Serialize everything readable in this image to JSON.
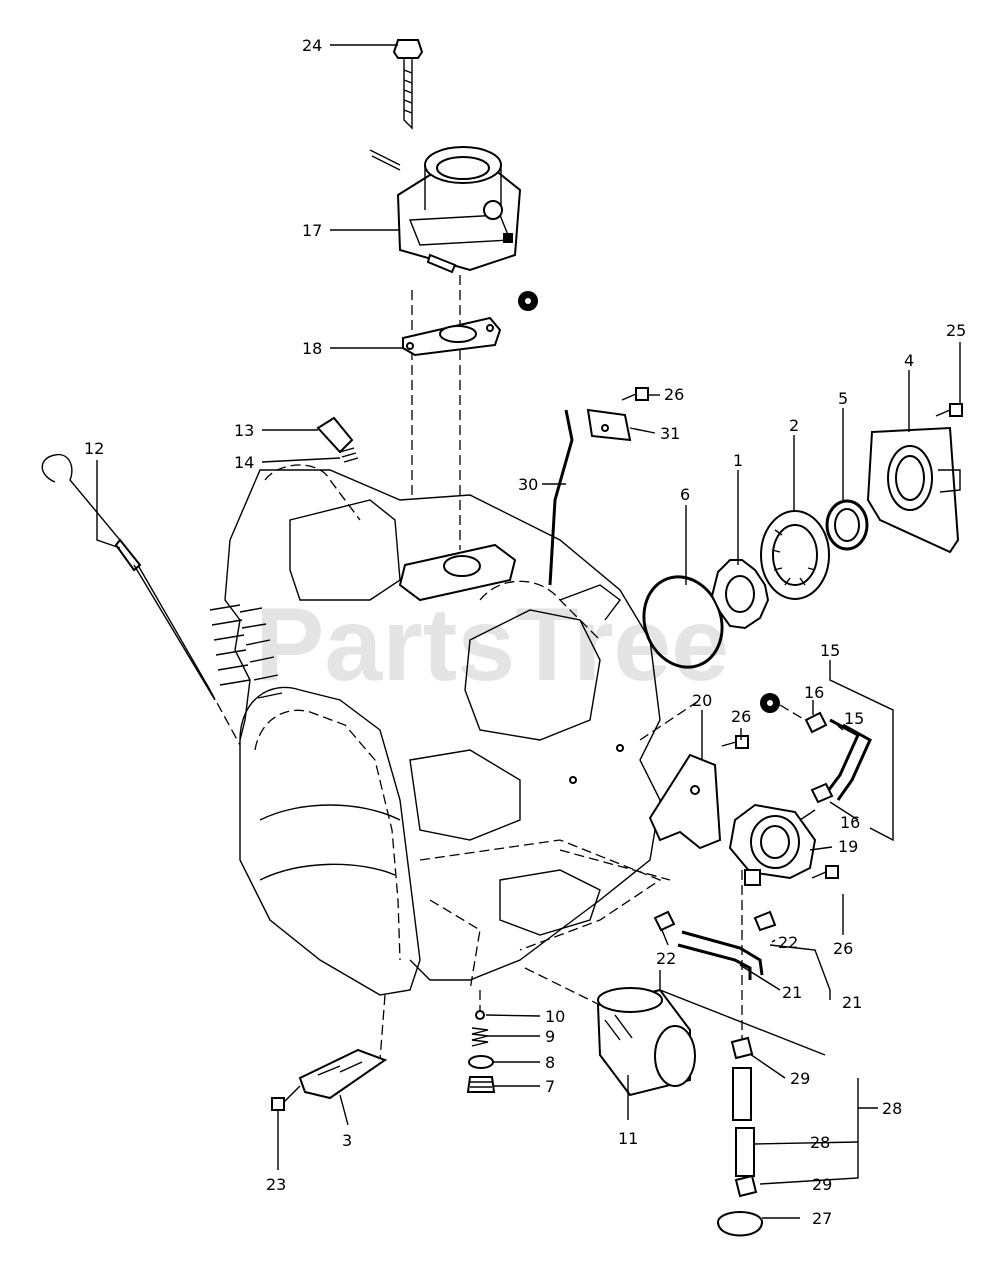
{
  "watermark": "PartsTree",
  "callouts": [
    {
      "id": "c1",
      "text": "1"
    },
    {
      "id": "c2",
      "text": "2"
    },
    {
      "id": "c3",
      "text": "3"
    },
    {
      "id": "c4",
      "text": "4"
    },
    {
      "id": "c5",
      "text": "5"
    },
    {
      "id": "c6",
      "text": "6"
    },
    {
      "id": "c7",
      "text": "7"
    },
    {
      "id": "c8",
      "text": "8"
    },
    {
      "id": "c9",
      "text": "9"
    },
    {
      "id": "c10",
      "text": "10"
    },
    {
      "id": "c11",
      "text": "11"
    },
    {
      "id": "c12",
      "text": "12"
    },
    {
      "id": "c13",
      "text": "13"
    },
    {
      "id": "c14",
      "text": "14"
    },
    {
      "id": "c15a",
      "text": "15"
    },
    {
      "id": "c15b",
      "text": "15"
    },
    {
      "id": "c16a",
      "text": "16"
    },
    {
      "id": "c16b",
      "text": "16"
    },
    {
      "id": "c17",
      "text": "17"
    },
    {
      "id": "c18",
      "text": "18"
    },
    {
      "id": "c19",
      "text": "19"
    },
    {
      "id": "c20",
      "text": "20"
    },
    {
      "id": "c21a",
      "text": "21"
    },
    {
      "id": "c21b",
      "text": "21"
    },
    {
      "id": "c22a",
      "text": "22"
    },
    {
      "id": "c22b",
      "text": "22"
    },
    {
      "id": "c23",
      "text": "23"
    },
    {
      "id": "c24",
      "text": "24"
    },
    {
      "id": "c25",
      "text": "25"
    },
    {
      "id": "c26a",
      "text": "26"
    },
    {
      "id": "c26b",
      "text": "26"
    },
    {
      "id": "c26c",
      "text": "26"
    },
    {
      "id": "c27",
      "text": "27"
    },
    {
      "id": "c28a",
      "text": "28"
    },
    {
      "id": "c28b",
      "text": "28"
    },
    {
      "id": "c29a",
      "text": "29"
    },
    {
      "id": "c29b",
      "text": "29"
    },
    {
      "id": "c30",
      "text": "30"
    },
    {
      "id": "c31",
      "text": "31"
    }
  ]
}
